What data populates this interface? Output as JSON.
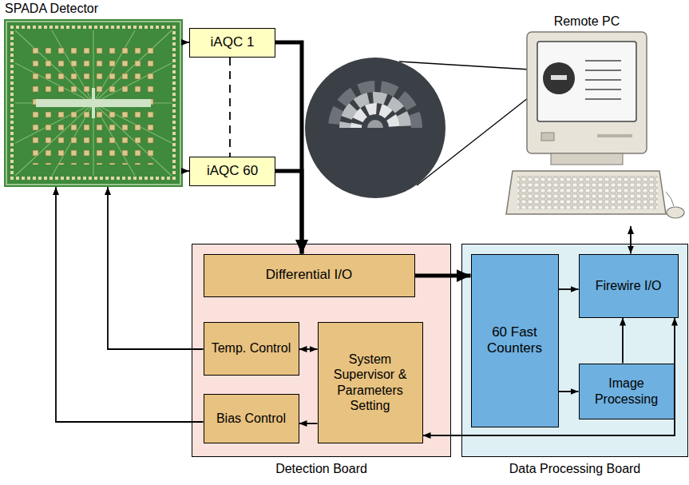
{
  "diagram": {
    "nodes": [
      {
        "text": [
          "SPADA Detector"
        ]
      },
      {
        "text": [
          "iAQC 1"
        ]
      },
      {
        "text": [
          "iAQC 60"
        ]
      },
      {
        "text": [
          "Remote PC"
        ]
      },
      {
        "text": [
          "Detection Board"
        ]
      },
      {
        "text": [
          "Differential I/O"
        ],
        "in": 4
      },
      {
        "text": [
          "Temp. Control"
        ],
        "in": 4
      },
      {
        "text": [
          "System Supervisor & Parameters Setting"
        ],
        "in": 4
      },
      {
        "text": [
          "Bias Control"
        ],
        "in": 4
      },
      {
        "text": [
          "Data Processing Board"
        ]
      },
      {
        "text": [
          "60 Fast Counters"
        ],
        "in": 9
      },
      {
        "text": [
          "Firewire I/O"
        ],
        "in": 9
      },
      {
        "text": [
          "Image Processing"
        ],
        "in": 9
      }
    ],
    "edges": [
      {
        "from": 0,
        "to": 1,
        "arrow": "to"
      },
      {
        "from": 0,
        "to": 2,
        "arrow": "to"
      },
      {
        "from": 1,
        "to": 5,
        "arrow": "to"
      },
      {
        "from": 2,
        "to": 5,
        "arrow": "to"
      },
      {
        "from": 1,
        "to": 2,
        "arrow": "none"
      },
      {
        "from": 6,
        "to": 0,
        "arrow": "to"
      },
      {
        "from": 8,
        "to": 0,
        "arrow": "to"
      },
      {
        "from": 6,
        "to": 7,
        "arrow": "both"
      },
      {
        "from": 7,
        "to": 8,
        "arrow": "to"
      },
      {
        "from": 5,
        "to": 10,
        "arrow": "to"
      },
      {
        "from": 10,
        "to": 11,
        "arrow": "to"
      },
      {
        "from": 10,
        "to": 12,
        "arrow": "to"
      },
      {
        "from": 12,
        "to": 11,
        "arrow": "to"
      },
      {
        "from": 11,
        "to": 3,
        "arrow": "both"
      },
      {
        "from": 11,
        "to": 7,
        "arrow": "both"
      }
    ]
  }
}
